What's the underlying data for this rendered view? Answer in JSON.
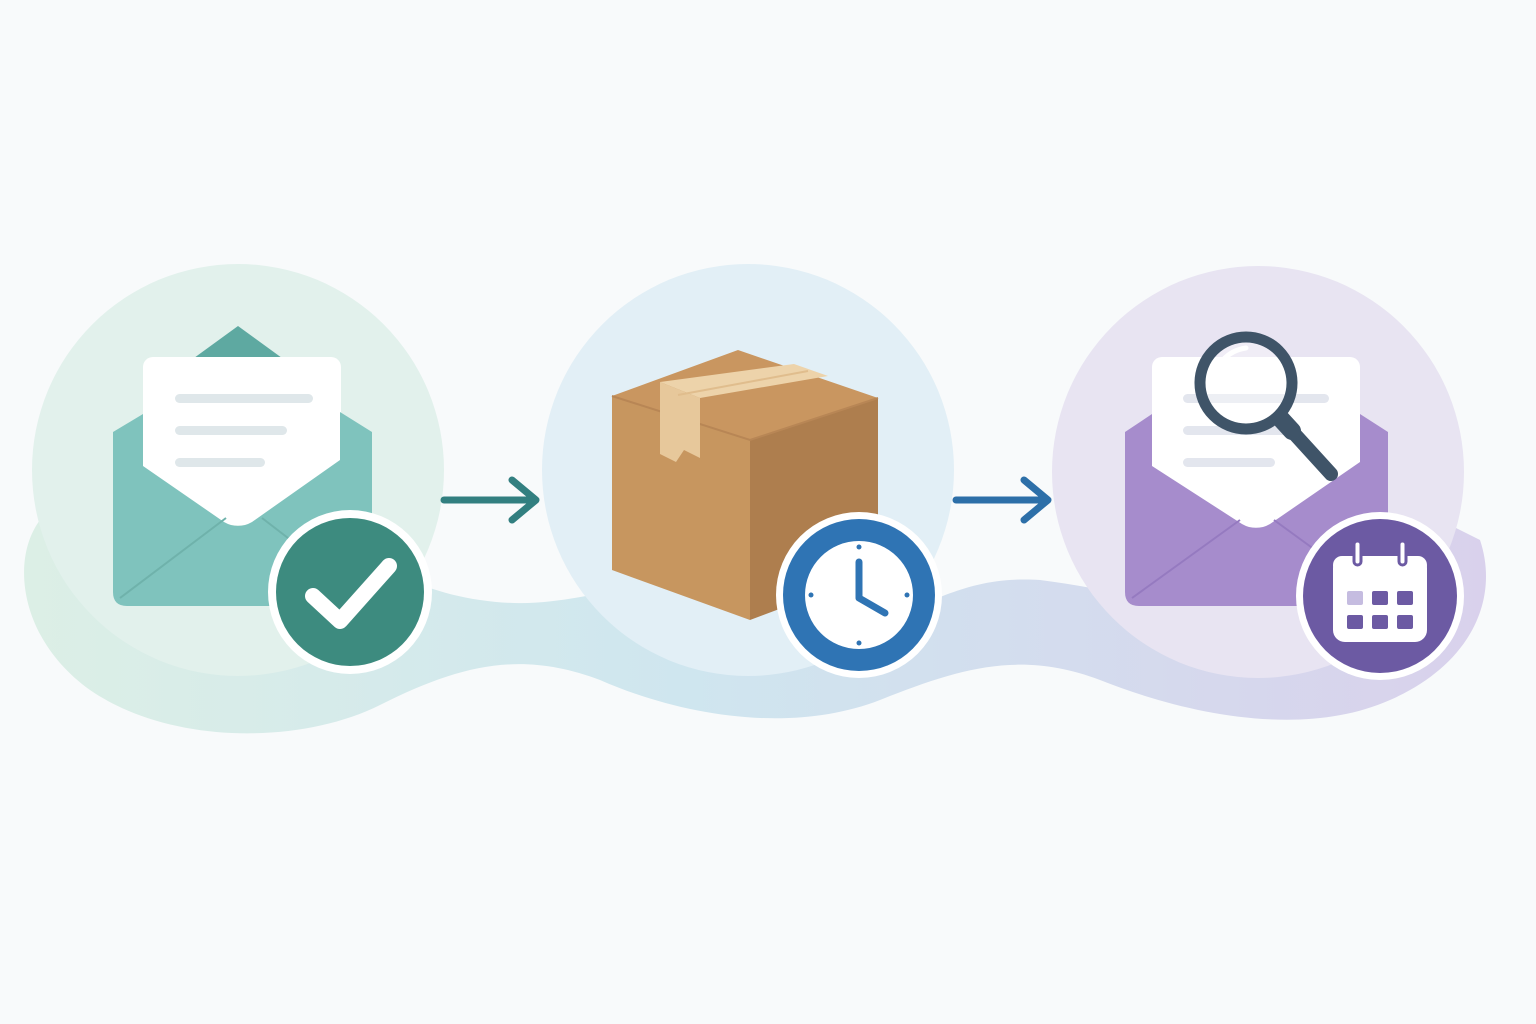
{
  "diagram": {
    "type": "process-flow",
    "steps": [
      {
        "id": "step-1",
        "icon": "open-envelope-icon",
        "badge": "checkmark-icon",
        "theme": "teal"
      },
      {
        "id": "step-2",
        "icon": "cardboard-box-icon",
        "badge": "clock-icon",
        "theme": "blue"
      },
      {
        "id": "step-3",
        "icon": "open-envelope-icon",
        "overlay": "magnifying-glass-icon",
        "badge": "calendar-icon",
        "theme": "purple"
      }
    ],
    "connectors": [
      {
        "from": "step-1",
        "to": "step-2",
        "icon": "arrow-right-icon"
      },
      {
        "from": "step-2",
        "to": "step-3",
        "icon": "arrow-right-icon"
      }
    ]
  },
  "colors": {
    "background": "#f8fafb",
    "teal_circle": "#e2f1ec",
    "teal_envelope": "#7fc3bd",
    "teal_flap": "#5ea9a1",
    "teal_badge": "#3d8b7f",
    "blue_circle": "#e2eff6",
    "box_top": "#c99660",
    "box_front": "#c7965f",
    "box_side": "#ae7e4e",
    "tape": "#edd3aa",
    "blue_badge": "#2f74b4",
    "purple_circle": "#e8e4f2",
    "purple_envelope": "#a68ccc",
    "purple_badge": "#6c5aa3",
    "magnifier": "#3f5468",
    "arrow_teal": "#327f80",
    "arrow_blue": "#2d6fa8",
    "letter_line": "#dfe7ea"
  }
}
